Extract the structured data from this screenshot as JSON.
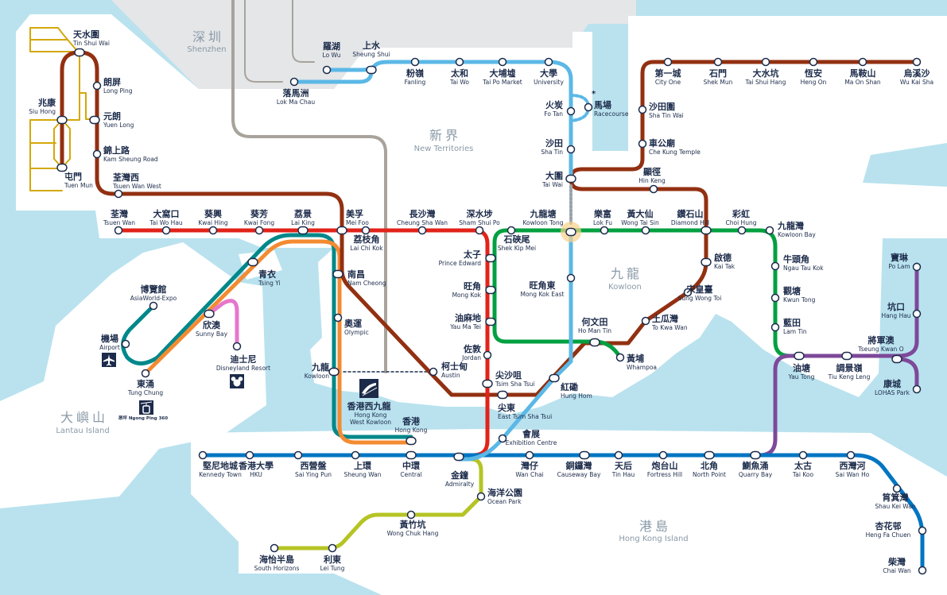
{
  "districts": {
    "shenzhen": {
      "zh": "深圳",
      "en": "Shenzhen"
    },
    "new_territories": {
      "zh": "新界",
      "en": "New Territories"
    },
    "kowloon": {
      "zh": "九龍",
      "en": "Kowloon"
    },
    "hong_kong_island": {
      "zh": "港島",
      "en": "Hong Kong Island"
    },
    "lantau": {
      "zh": "大嶼山",
      "en": "Lantau Island"
    }
  },
  "colors": {
    "water": "#b9e2ee",
    "land": "#ffffff",
    "shenzhen": "#e4e6e8",
    "east_rail": "#5bb8e6",
    "tsuen_wan": "#e2231a",
    "island": "#0075c2",
    "kwun_tong": "#00a040",
    "tseung_kwan_o": "#7d4999",
    "tung_chung": "#f38b32",
    "airport_express": "#00888a",
    "tuen_ma": "#923011",
    "south_island": "#b5c424",
    "disneyland": "#e777cb",
    "light_rail": "#d3a809",
    "cross_border": "#a8a39b"
  },
  "icons": {
    "airport": "airplane-icon",
    "disney": "mickey-icon",
    "cable_car": "cable-car-icon",
    "high_speed_rail": "high-speed-train-icon",
    "ngong_ping_label": "昂坪 Ngong Ping 360",
    "racecourse_marker": "*"
  },
  "stations": {
    "tin_shui_wai": {
      "zh": "天水圍",
      "en": "Tin Shui Wai"
    },
    "long_ping": {
      "zh": "朗屏",
      "en": "Long Ping"
    },
    "yuen_long": {
      "zh": "元朗",
      "en": "Yuen Long"
    },
    "kam_sheung_road": {
      "zh": "錦上路",
      "en": "Kam Sheung Road"
    },
    "siu_hong": {
      "zh": "兆康",
      "en": "Siu Hong"
    },
    "tuen_mun": {
      "zh": "屯門",
      "en": "Tuen Mun"
    },
    "tsuen_wan_west": {
      "zh": "荃灣西",
      "en": "Tsuen Wan West"
    },
    "tsuen_wan": {
      "zh": "荃灣",
      "en": "Tsuen Wan"
    },
    "tai_wo_hau": {
      "zh": "大窩口",
      "en": "Tai Wo Hau"
    },
    "kwai_hing": {
      "zh": "葵興",
      "en": "Kwai Hing"
    },
    "kwai_fong": {
      "zh": "葵芳",
      "en": "Kwai Fong"
    },
    "lai_king": {
      "zh": "荔景",
      "en": "Lai King"
    },
    "mei_foo": {
      "zh": "美孚",
      "en": "Mei Foo"
    },
    "lai_chi_kok": {
      "zh": "荔枝角",
      "en": "Lai Chi Kok"
    },
    "cheung_sha_wan": {
      "zh": "長沙灣",
      "en": "Cheung Sha Wan"
    },
    "sham_shui_po": {
      "zh": "深水埗",
      "en": "Sham Shui Po"
    },
    "prince_edward": {
      "zh": "太子",
      "en": "Prince Edward"
    },
    "mong_kok": {
      "zh": "旺角",
      "en": "Mong Kok"
    },
    "yau_ma_tei": {
      "zh": "油麻地",
      "en": "Yau Ma Tei"
    },
    "jordan": {
      "zh": "佐敦",
      "en": "Jordan"
    },
    "tsim_sha_tsui": {
      "zh": "尖沙咀",
      "en": "Tsim Sha Tsui"
    },
    "east_tsim_sha_tsui": {
      "zh": "尖東",
      "en": "East Tsim Sha Tsui"
    },
    "admiralty": {
      "zh": "金鐘",
      "en": "Admiralty"
    },
    "central": {
      "zh": "中環",
      "en": "Central"
    },
    "kennedy_town": {
      "zh": "堅尼地城",
      "en": "Kennedy Town"
    },
    "hku": {
      "zh": "香港大學",
      "en": "HKU"
    },
    "sai_ying_pun": {
      "zh": "西營盤",
      "en": "Sai Ying Pun"
    },
    "sheung_wan": {
      "zh": "上環",
      "en": "Sheung Wan"
    },
    "wan_chai": {
      "zh": "灣仔",
      "en": "Wan Chai"
    },
    "causeway_bay": {
      "zh": "銅鑼灣",
      "en": "Causeway Bay"
    },
    "tin_hau": {
      "zh": "天后",
      "en": "Tin Hau"
    },
    "fortress_hill": {
      "zh": "炮台山",
      "en": "Fortress Hill"
    },
    "north_point": {
      "zh": "北角",
      "en": "North Point"
    },
    "quarry_bay": {
      "zh": "鰂魚涌",
      "en": "Quarry Bay"
    },
    "tai_koo": {
      "zh": "太古",
      "en": "Tai Koo"
    },
    "sai_wan_ho": {
      "zh": "西灣河",
      "en": "Sai Wan Ho"
    },
    "shau_kei_wan": {
      "zh": "筲箕灣",
      "en": "Shau Kei Wan"
    },
    "heng_fa_chuen": {
      "zh": "杏花邨",
      "en": "Heng Fa Chuen"
    },
    "chai_wan": {
      "zh": "柴灣",
      "en": "Chai Wan"
    },
    "shek_kip_mei": {
      "zh": "石硤尾",
      "en": "Shek Kip Mei"
    },
    "kowloon_tong": {
      "zh": "九龍塘",
      "en": "Kowloon Tong"
    },
    "lok_fu": {
      "zh": "樂富",
      "en": "Lok Fu"
    },
    "wong_tai_sin": {
      "zh": "黃大仙",
      "en": "Wong Tai Sin"
    },
    "diamond_hill": {
      "zh": "鑽石山",
      "en": "Diamond Hill"
    },
    "choi_hung": {
      "zh": "彩虹",
      "en": "Choi Hung"
    },
    "kowloon_bay": {
      "zh": "九龍灣",
      "en": "Kowloon Bay"
    },
    "ngau_tau_kok": {
      "zh": "牛頭角",
      "en": "Ngau Tau Kok"
    },
    "kwun_tong": {
      "zh": "觀塘",
      "en": "Kwun Tong"
    },
    "lam_tin": {
      "zh": "藍田",
      "en": "Lam Tin"
    },
    "yau_tong": {
      "zh": "油塘",
      "en": "Yau Tong"
    },
    "tiu_keng_leng": {
      "zh": "調景嶺",
      "en": "Tiu Keng Leng"
    },
    "tseung_kwan_o": {
      "zh": "將軍澳",
      "en": "Tseung Kwan O"
    },
    "hang_hau": {
      "zh": "坑口",
      "en": "Hang Hau"
    },
    "po_lam": {
      "zh": "寶琳",
      "en": "Po Lam"
    },
    "lohas_park": {
      "zh": "康城",
      "en": "LOHAS Park"
    },
    "mong_kok_east": {
      "zh": "旺角東",
      "en": "Mong Kok East"
    },
    "ho_man_tin": {
      "zh": "何文田",
      "en": "Ho Man Tin"
    },
    "whampoa": {
      "zh": "黃埔",
      "en": "Whampoa"
    },
    "kai_tak": {
      "zh": "啟德",
      "en": "Kai Tak"
    },
    "sung_wong_toi": {
      "zh": "宋皇臺",
      "en": "Sung Wong Toi"
    },
    "to_kwa_wan": {
      "zh": "土瓜灣",
      "en": "To Kwa Wan"
    },
    "hung_hom": {
      "zh": "紅磡",
      "en": "Hung Hom"
    },
    "exhibition_centre": {
      "zh": "會展",
      "en": "Exhibition Centre"
    },
    "austin": {
      "zh": "柯士甸",
      "en": "Austin"
    },
    "kowloon": {
      "zh": "九龍",
      "en": "Kowloon"
    },
    "olympic": {
      "zh": "奧運",
      "en": "Olympic"
    },
    "nam_cheong": {
      "zh": "南昌",
      "en": "Nam Cheong"
    },
    "tsing_yi": {
      "zh": "青衣",
      "en": "Tsing Yi"
    },
    "sunny_bay": {
      "zh": "欣澳",
      "en": "Sunny Bay"
    },
    "tung_chung": {
      "zh": "東涌",
      "en": "Tung Chung"
    },
    "airport": {
      "zh": "機場",
      "en": "Airport"
    },
    "asiaworld_expo": {
      "zh": "博覽館",
      "en": "AsiaWorld-Expo"
    },
    "disneyland_resort": {
      "zh": "迪士尼",
      "en": "Disneyland Resort"
    },
    "hong_kong": {
      "zh": "香港",
      "en": "Hong Kong"
    },
    "hong_kong_west_kowloon": {
      "zh": "香港西九龍",
      "en": "Hong Kong",
      "en2": "West Kowloon"
    },
    "lo_wu": {
      "zh": "羅湖",
      "en": "Lo Wu"
    },
    "lok_ma_chau": {
      "zh": "落馬洲",
      "en": "Lok Ma Chau"
    },
    "sheung_shui": {
      "zh": "上水",
      "en": "Sheung Shui"
    },
    "fanling": {
      "zh": "粉嶺",
      "en": "Fanling"
    },
    "tai_wo": {
      "zh": "太和",
      "en": "Tai Wo"
    },
    "tai_po_market": {
      "zh": "大埔墟",
      "en": "Tai Po Market"
    },
    "university": {
      "zh": "大學",
      "en": "University"
    },
    "fo_tan": {
      "zh": "火炭",
      "en": "Fo Tan"
    },
    "racecourse": {
      "zh": "馬場",
      "en": "Racecourse"
    },
    "sha_tin": {
      "zh": "沙田",
      "en": "Sha Tin"
    },
    "tai_wai": {
      "zh": "大圍",
      "en": "Tai Wai"
    },
    "hin_keng": {
      "zh": "顯徑",
      "en": "Hin Keng"
    },
    "che_kung_temple": {
      "zh": "車公廟",
      "en": "Che Kung Temple"
    },
    "sha_tin_wai": {
      "zh": "沙田圍",
      "en": "Sha Tin Wai"
    },
    "city_one": {
      "zh": "第一城",
      "en": "City One"
    },
    "shek_mun": {
      "zh": "石門",
      "en": "Shek Mun"
    },
    "tai_shui_hang": {
      "zh": "大水坑",
      "en": "Tai Shui Hang"
    },
    "heng_on": {
      "zh": "恆安",
      "en": "Heng On"
    },
    "ma_on_shan": {
      "zh": "馬鞍山",
      "en": "Ma On Shan"
    },
    "wu_kai_sha": {
      "zh": "烏溪沙",
      "en": "Wu Kai Sha"
    },
    "ocean_park": {
      "zh": "海洋公園",
      "en": "Ocean Park"
    },
    "wong_chuk_hang": {
      "zh": "黃竹坑",
      "en": "Wong Chuk Hang"
    },
    "lei_tung": {
      "zh": "利東",
      "en": "Lei Tung"
    },
    "south_horizons": {
      "zh": "海怡半島",
      "en": "South Horizons"
    }
  }
}
